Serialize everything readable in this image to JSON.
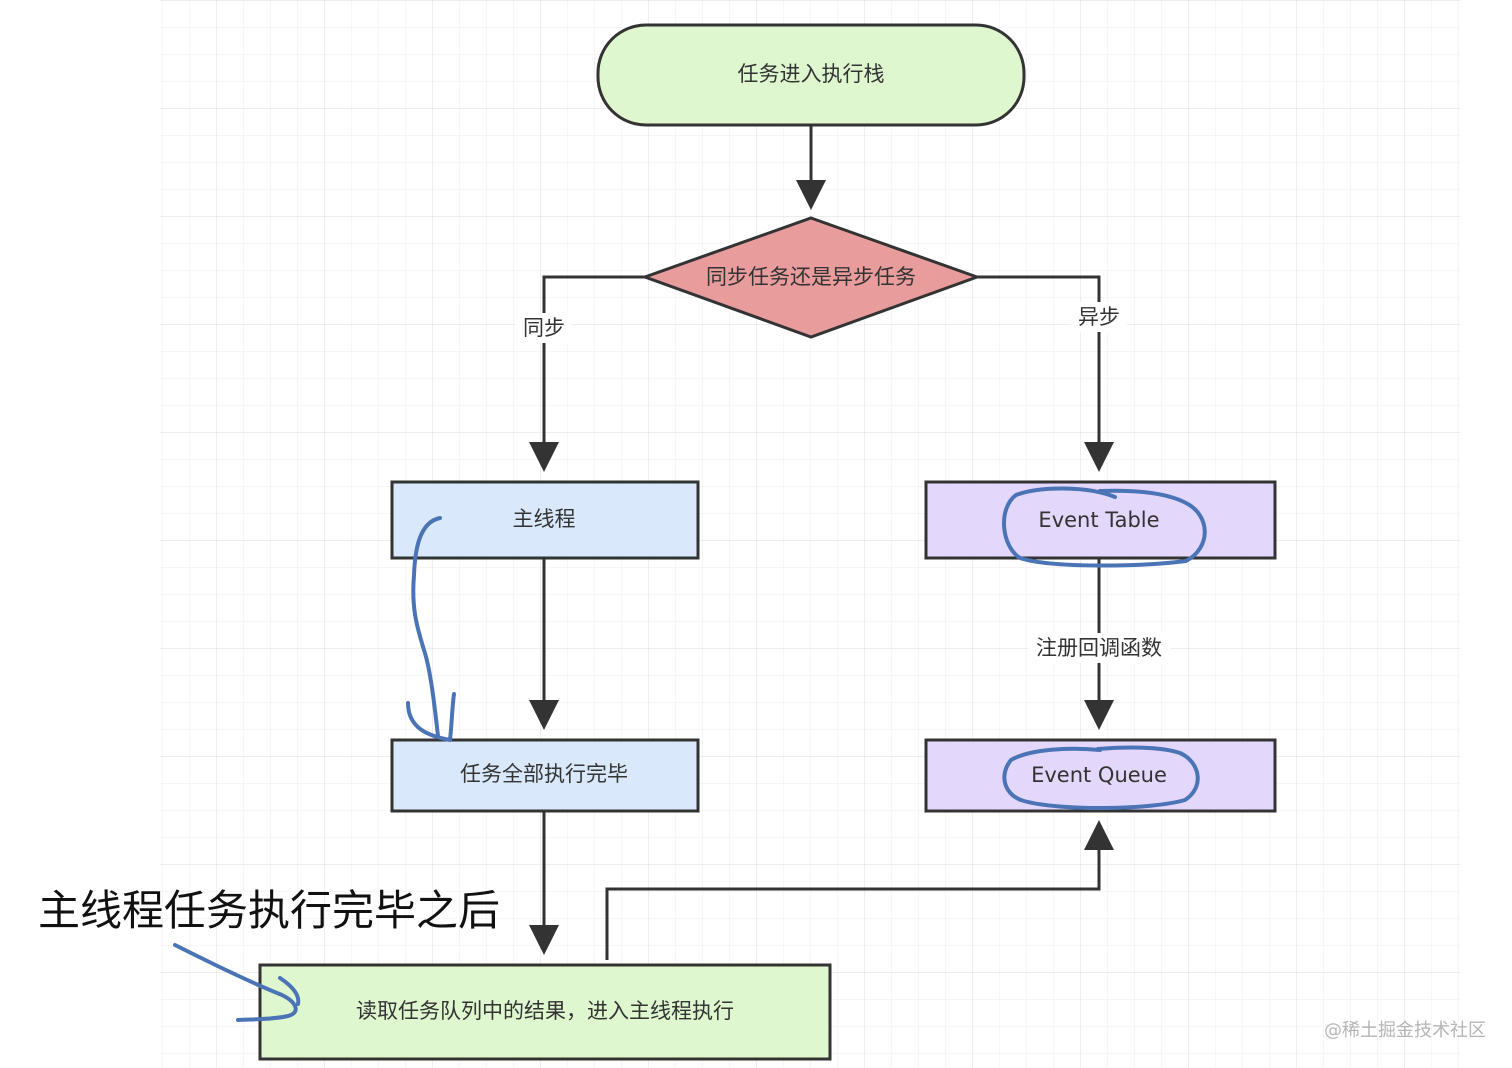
{
  "diagram": {
    "nodes": {
      "start": {
        "label": "任务进入执行栈",
        "fill": "#dff7cf"
      },
      "decision": {
        "label": "同步任务还是异步任务",
        "fill": "#e99c9c"
      },
      "main_thread": {
        "label": "主线程",
        "fill": "#d9e8fb"
      },
      "event_table": {
        "label": "Event Table",
        "fill": "#e3d7fb"
      },
      "tasks_done": {
        "label": "任务全部执行完毕",
        "fill": "#d9e8fb"
      },
      "event_queue": {
        "label": "Event Queue",
        "fill": "#e3d7fb"
      },
      "read_queue": {
        "label": "读取任务队列中的结果，进入主线程执行",
        "fill": "#dff7cf"
      }
    },
    "edge_labels": {
      "sync": "同步",
      "async": "异步",
      "register_callback": "注册回调函数"
    }
  },
  "annotation": {
    "handwritten_note": "主线程任务执行完毕之后",
    "pen_color": "#4a74b5"
  },
  "watermark": "@稀土掘金技术社区"
}
